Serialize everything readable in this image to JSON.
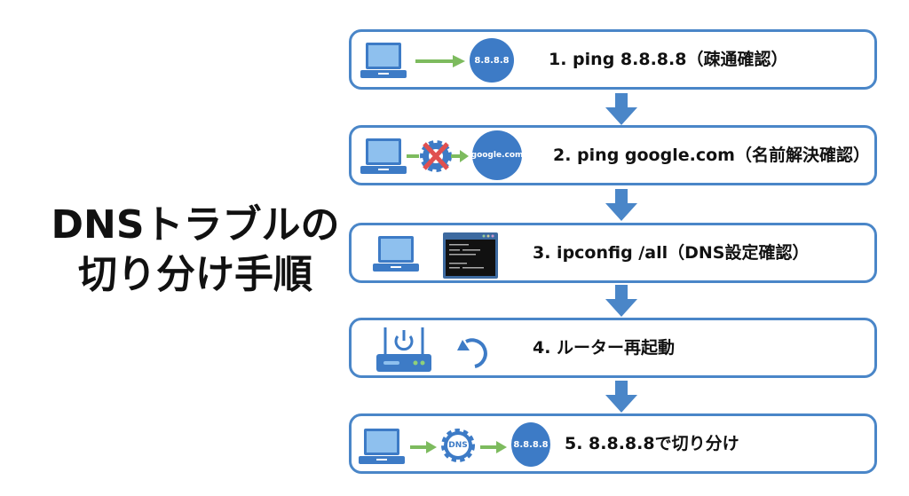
{
  "title": {
    "line1": "DNSトラブルの",
    "line2": "切り分け手順"
  },
  "steps": [
    {
      "label": "1. ping 8.8.8.8（疎通確認）",
      "target": "8.8.8.8"
    },
    {
      "label": "2. ping google.com（名前解決確認）",
      "target": "google.com"
    },
    {
      "label": "3. ipconfig /all（DNS設定確認）"
    },
    {
      "label": "4. ルーター再起動"
    },
    {
      "label": "5. 8.8.8.8で切り分け",
      "dns": "DNS",
      "target": "8.8.8.8"
    }
  ],
  "colors": {
    "primary": "#3d7bc6",
    "border": "#4a86c8",
    "arrow_green": "#7dbb5e",
    "cross": "#e05050"
  }
}
